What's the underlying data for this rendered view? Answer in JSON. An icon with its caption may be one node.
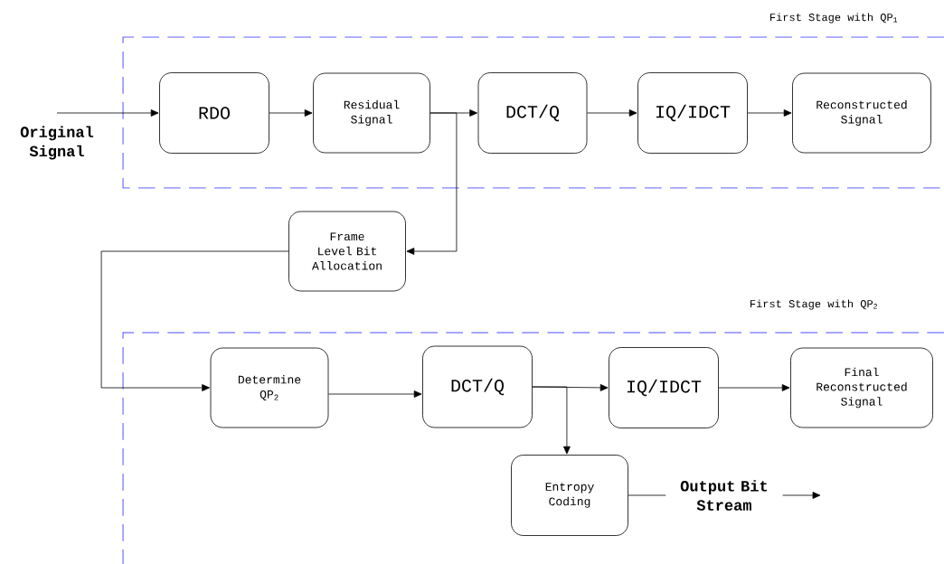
{
  "diagram": {
    "nodes": [
      {
        "text": [
          "Original Signal"
        ]
      },
      {
        "text": [
          "First Stage with QP$_{1}$"
        ]
      },
      {
        "text": [
          "RDO"
        ],
        "in": 1
      },
      {
        "text": [
          "Residual Signal"
        ],
        "in": 1
      },
      {
        "text": [
          "DCT/Q"
        ],
        "in": 1
      },
      {
        "text": [
          "IQ/IDCT"
        ],
        "in": 1
      },
      {
        "text": [
          "Reconstructed Signal"
        ],
        "in": 1
      },
      {
        "text": [
          "Frame Level Bit Allocation"
        ]
      },
      {
        "text": [
          "First Stage with QP$_{2}$"
        ]
      },
      {
        "text": [
          "Determine QP$_{2}$"
        ],
        "in": 8
      },
      {
        "text": [
          "DCT/Q"
        ],
        "in": 8
      },
      {
        "text": [
          "IQ/IDCT"
        ],
        "in": 8
      },
      {
        "text": [
          "Final Reconstructed Signal"
        ],
        "in": 8
      },
      {
        "text": [
          "Entropy Coding"
        ],
        "in": 8
      }
    ],
    "edges": [
      {
        "from": 0,
        "to": 2,
        "arrow": "to"
      },
      {
        "from": 2,
        "to": 3,
        "arrow": "to"
      },
      {
        "from": 3,
        "to": 4,
        "arrow": "to"
      },
      {
        "from": 4,
        "to": 5,
        "arrow": "to"
      },
      {
        "from": 5,
        "to": 6,
        "arrow": "to"
      },
      {
        "from": 3,
        "to": 7,
        "arrow": "to"
      },
      {
        "from": 7,
        "to": 9,
        "arrow": "to"
      },
      {
        "from": 9,
        "to": 10,
        "arrow": "to"
      },
      {
        "from": 10,
        "to": 11,
        "arrow": "to"
      },
      {
        "from": 11,
        "to": 12,
        "arrow": "to"
      },
      {
        "from": 10,
        "to": 13,
        "arrow": "to"
      },
      {
        "from": 13,
        "to": null,
        "arrow": "to",
        "label": "Output Bit Stream"
      }
    ]
  }
}
